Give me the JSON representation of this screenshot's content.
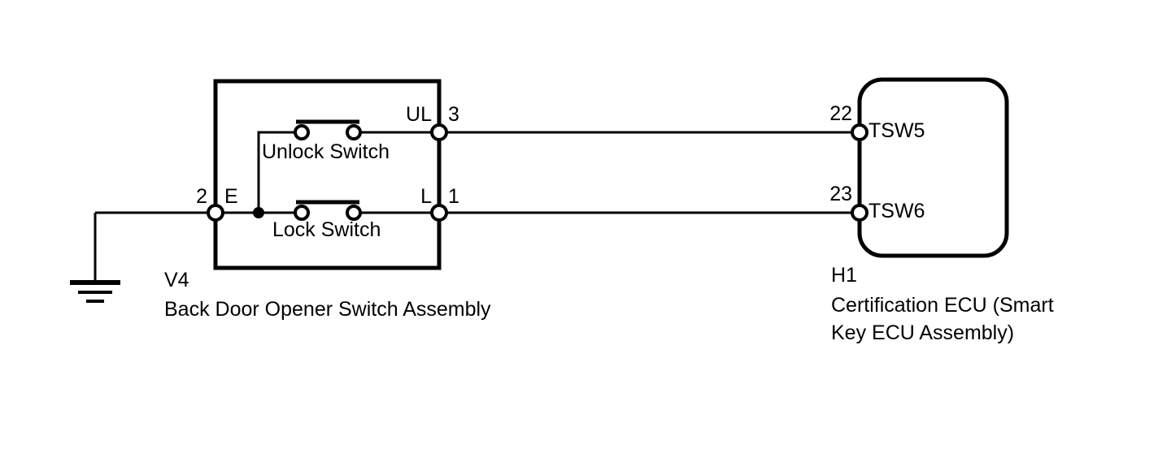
{
  "diagram": {
    "type": "automotive-wiring-diagram",
    "title": "Back Door Opener Switch to Certification ECU",
    "line_color": "#000000",
    "background_color": "#ffffff"
  },
  "components": {
    "switch_assembly": {
      "code": "V4",
      "name": "Back Door Opener Switch Assembly",
      "switches": [
        {
          "label": "Unlock Switch",
          "type": "normally-open",
          "terminal_label": "UL",
          "pin": "3"
        },
        {
          "label": "Lock Switch",
          "type": "normally-open",
          "terminal_label": "L",
          "pin": "1"
        }
      ],
      "terminals": [
        {
          "inner_label": "E",
          "pin": "2",
          "position": "left"
        },
        {
          "inner_label": "UL",
          "pin": "3",
          "position": "right"
        },
        {
          "inner_label": "L",
          "pin": "1",
          "position": "right"
        }
      ]
    },
    "ecu": {
      "code": "H1",
      "name_line1": "Certification ECU (Smart",
      "name_line2": "Key ECU Assembly)",
      "terminals": [
        {
          "pin": "22",
          "signal": "TSW5"
        },
        {
          "pin": "23",
          "signal": "TSW6"
        }
      ]
    },
    "ground": {
      "symbol": "chassis-ground",
      "connected_to_pin": "2"
    }
  },
  "connections": [
    {
      "from": "V4 pin 3 (UL)",
      "to": "H1 pin 22 (TSW5)"
    },
    {
      "from": "V4 pin 1 (L)",
      "to": "H1 pin 23 (TSW6)"
    },
    {
      "from": "V4 pin 2 (E)",
      "to": "chassis ground"
    }
  ],
  "labels": {
    "pin_2": "2",
    "pin_3": "3",
    "pin_1": "1",
    "pin_22": "22",
    "pin_23": "23",
    "term_E": "E",
    "term_UL": "UL",
    "term_L": "L",
    "sig_TSW5": "TSW5",
    "sig_TSW6": "TSW6",
    "unlock_switch": "Unlock Switch",
    "lock_switch": "Lock Switch",
    "v4_code": "V4",
    "v4_name": "Back Door Opener Switch Assembly",
    "h1_code": "H1",
    "h1_name_1": "Certification ECU (Smart",
    "h1_name_2": "Key ECU Assembly)"
  }
}
